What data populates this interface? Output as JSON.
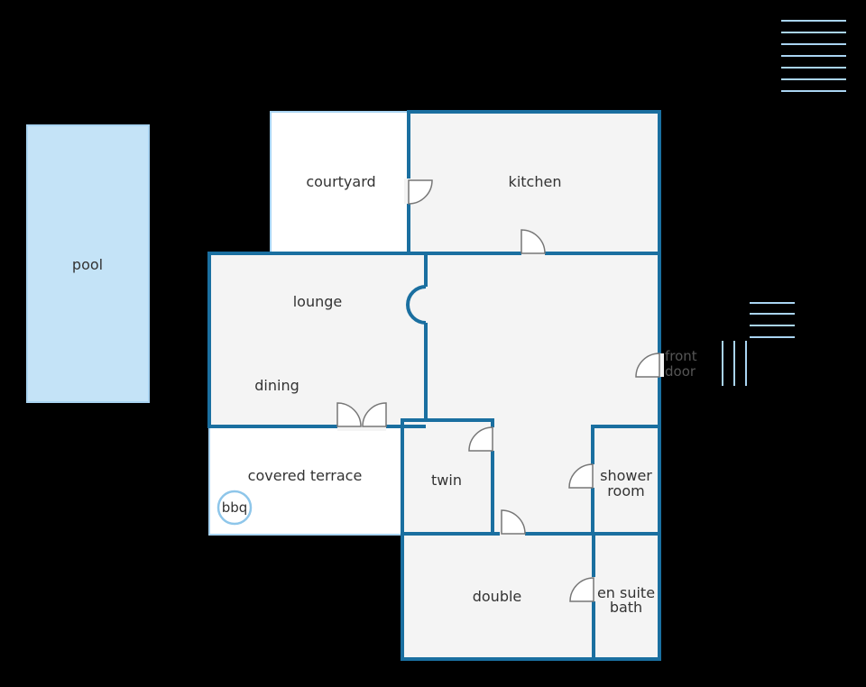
{
  "rooms": {
    "pool": "pool",
    "courtyard": "courtyard",
    "kitchen": "kitchen",
    "lounge": "lounge",
    "dining": "dining",
    "covered_terrace": "covered terrace",
    "bbq": "bbq",
    "twin": "twin",
    "shower_room_line1": "shower",
    "shower_room_line2": "room",
    "double": "double",
    "en_suite_line1": "en suite",
    "en_suite_line2": "bath",
    "front_door_line1": "front",
    "front_door_line2": "door"
  },
  "colors": {
    "background": "#000000",
    "wall": "#1a6fa0",
    "room_fill": "#f4f4f4",
    "outdoor_fill": "#ffffff",
    "pool_fill": "#c4e3f7",
    "stairs": "#a9d4f2"
  }
}
